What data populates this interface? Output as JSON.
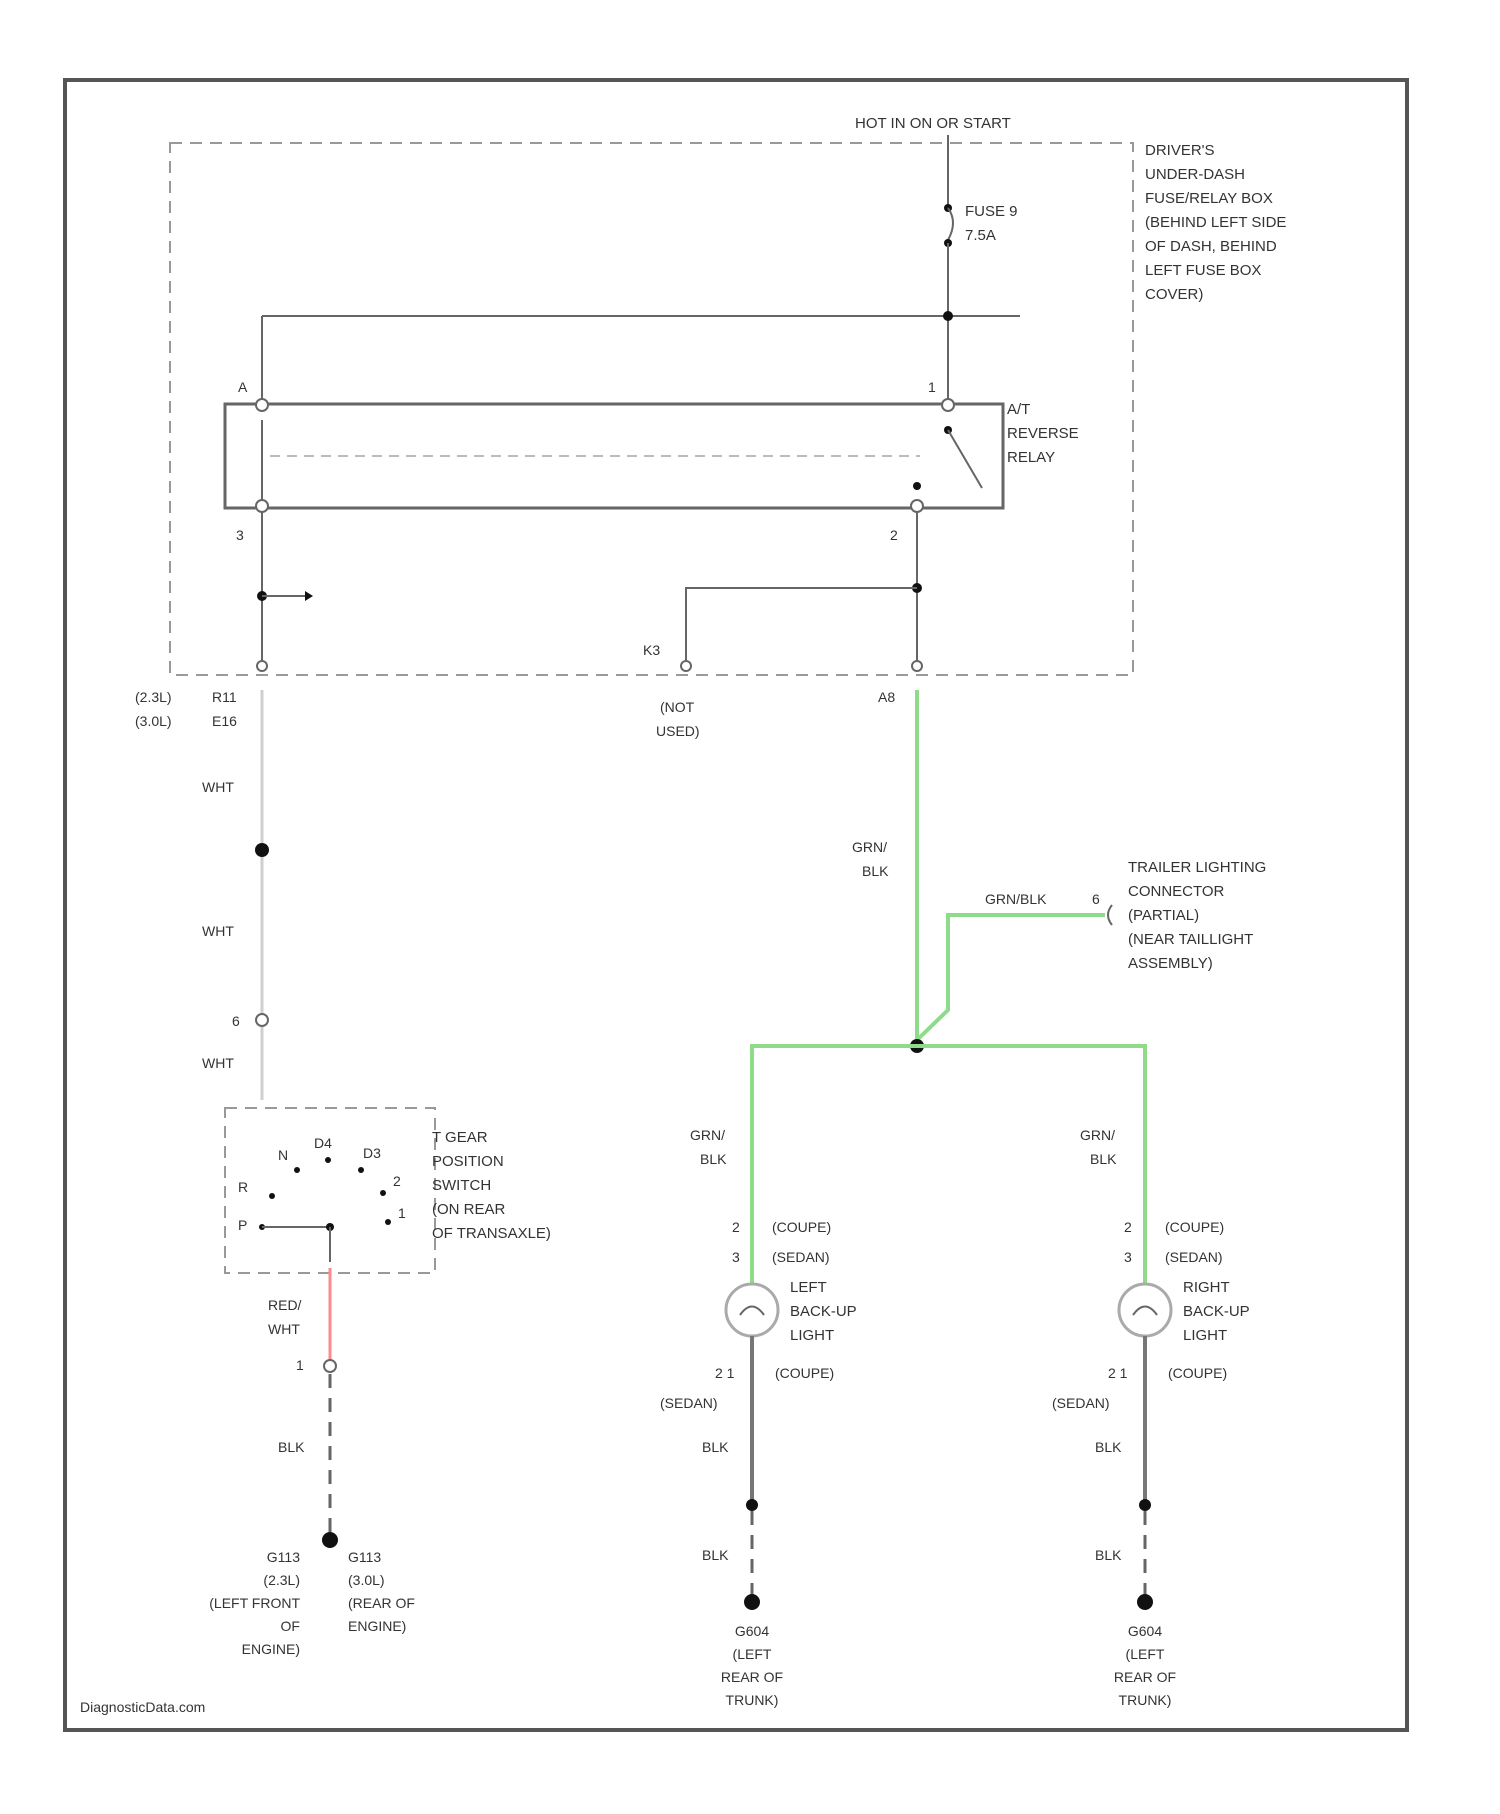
{
  "fuse_box": {
    "power_source": "HOT IN ON OR START",
    "fuse_label": "FUSE 9",
    "fuse_rating": "7.5A",
    "name_lines": [
      "DRIVER'S",
      "UNDER-DASH",
      "FUSE/RELAY BOX",
      "(BEHIND LEFT SIDE",
      "OF DASH, BEHIND",
      "LEFT FUSE BOX",
      "COVER)"
    ]
  },
  "relay": {
    "name_lines": [
      "A/T",
      "REVERSE",
      "RELAY"
    ],
    "pin_a": "A",
    "pin_1": "1",
    "pin_3": "3",
    "pin_2": "2"
  },
  "connectors": {
    "left_v1": "(2.3L)",
    "left_v1_code": "R11",
    "left_v2": "(3.0L)",
    "left_v2_code": "E16",
    "mid_code": "K3",
    "mid_note_1": "(NOT",
    "mid_note_2": "USED)",
    "right_code": "A8",
    "inline_pin": "6",
    "switch_out_pin": "1"
  },
  "wires": {
    "wht": "WHT",
    "grn_1": "GRN/",
    "grn_2": "BLK",
    "grn_blk": "GRN/BLK",
    "red_1": "RED/",
    "red_2": "WHT",
    "blk": "BLK"
  },
  "trailer": {
    "pin": "6",
    "name_lines": [
      "TRAILER LIGHTING",
      "CONNECTOR",
      "(PARTIAL)",
      "(NEAR TAILLIGHT",
      "ASSEMBLY)"
    ]
  },
  "gear_switch": {
    "positions": [
      "R",
      "N",
      "D4",
      "D3",
      "2",
      "1",
      "P"
    ],
    "name_lines": [
      "T GEAR",
      "POSITION",
      "SWITCH",
      "(ON REAR",
      "OF TRANSAXLE)"
    ]
  },
  "left_lamp": {
    "name_lines": [
      "LEFT",
      "BACK-UP",
      "LIGHT"
    ],
    "top_pin_1": "2",
    "top_pin_2": "3",
    "coupe": "(COUPE)",
    "sedan": "(SEDAN)",
    "bottom_pins": "2 1",
    "ground_lines": [
      "G604",
      "(LEFT",
      "REAR OF",
      "TRUNK)"
    ]
  },
  "right_lamp": {
    "name_lines": [
      "RIGHT",
      "BACK-UP",
      "LIGHT"
    ],
    "top_pin_1": "2",
    "top_pin_2": "3",
    "coupe": "(COUPE)",
    "sedan": "(SEDAN)",
    "bottom_pins": "2 1",
    "ground_lines": [
      "G604",
      "(LEFT",
      "REAR OF",
      "TRUNK)"
    ]
  },
  "engine_ground": {
    "left_lines": [
      "G113",
      "(2.3L)",
      "(LEFT FRONT",
      "OF",
      "ENGINE)"
    ],
    "right_lines": [
      "G113",
      "(3.0L)",
      "(REAR OF",
      "ENGINE)"
    ]
  },
  "watermark": "DiagnosticData.com",
  "colors": {
    "green_wire": "#8edc8a",
    "red_wire": "#ff8a8a",
    "white_wire": "#cfcfcf",
    "black_wire": "#777777"
  }
}
